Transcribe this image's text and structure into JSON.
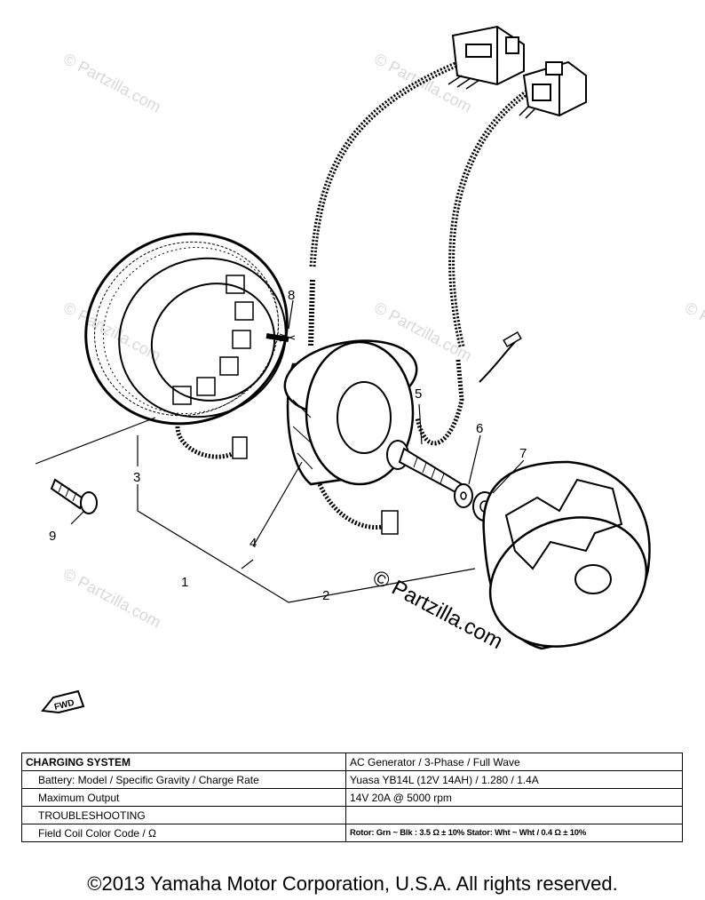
{
  "parts": [
    {
      "id": "part-1",
      "label": "1"
    },
    {
      "id": "part-2",
      "label": "2"
    },
    {
      "id": "part-3",
      "label": "3"
    },
    {
      "id": "part-4",
      "label": "4"
    },
    {
      "id": "part-5",
      "label": "5"
    },
    {
      "id": "part-6",
      "label": "6"
    },
    {
      "id": "part-7",
      "label": "7"
    },
    {
      "id": "part-8",
      "label": "8"
    },
    {
      "id": "part-9",
      "label": "9"
    }
  ],
  "fwd_label": "FWD",
  "watermark": "© Partzilla.com",
  "watermark_main": "© Partzilla.com",
  "spec_table": {
    "rows": [
      {
        "label": "CHARGING SYSTEM",
        "value": "AC Generator / 3-Phase / Full Wave"
      },
      {
        "label": "Battery: Model / Specific Gravity / Charge Rate",
        "value": "Yuasa YB14L (12V 14AH) / 1.280 / 1.4A"
      },
      {
        "label": "Maximum Output",
        "value": "14V 20A @ 5000 rpm"
      },
      {
        "label": "TROUBLESHOOTING",
        "value": ""
      },
      {
        "label": "Field Coil Color Code / Ω",
        "value": "Rotor: Grn ~ Blk : 3.5 Ω  ±  10%   Stator: Wht ~ Wht / 0.4 Ω  ±  10%"
      }
    ]
  },
  "copyright": "©2013 Yamaha Motor Corporation, U.S.A. All rights reserved."
}
